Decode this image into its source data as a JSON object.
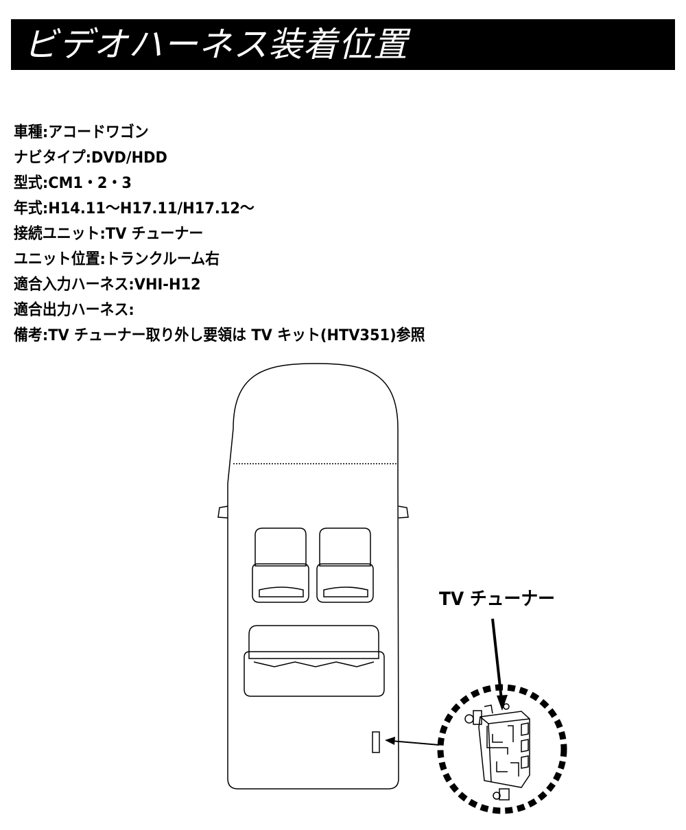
{
  "title": "ビデオハーネス装着位置",
  "specs": [
    "車種:アコードワゴン",
    "ナビタイプ:DVD/HDD",
    "型式:CM1・2・3",
    "年式:H14.11～H17.11/H17.12～",
    "接続ユニット:TV チューナー",
    "ユニット位置:トランクルーム右",
    "適合入力ハーネス:VHI-H12",
    "適合出力ハーネス:",
    "備考:TV チューナー取り外し要領は TV キット(HTV351)参照"
  ],
  "diagram": {
    "callout_label": "TV チューナー"
  }
}
